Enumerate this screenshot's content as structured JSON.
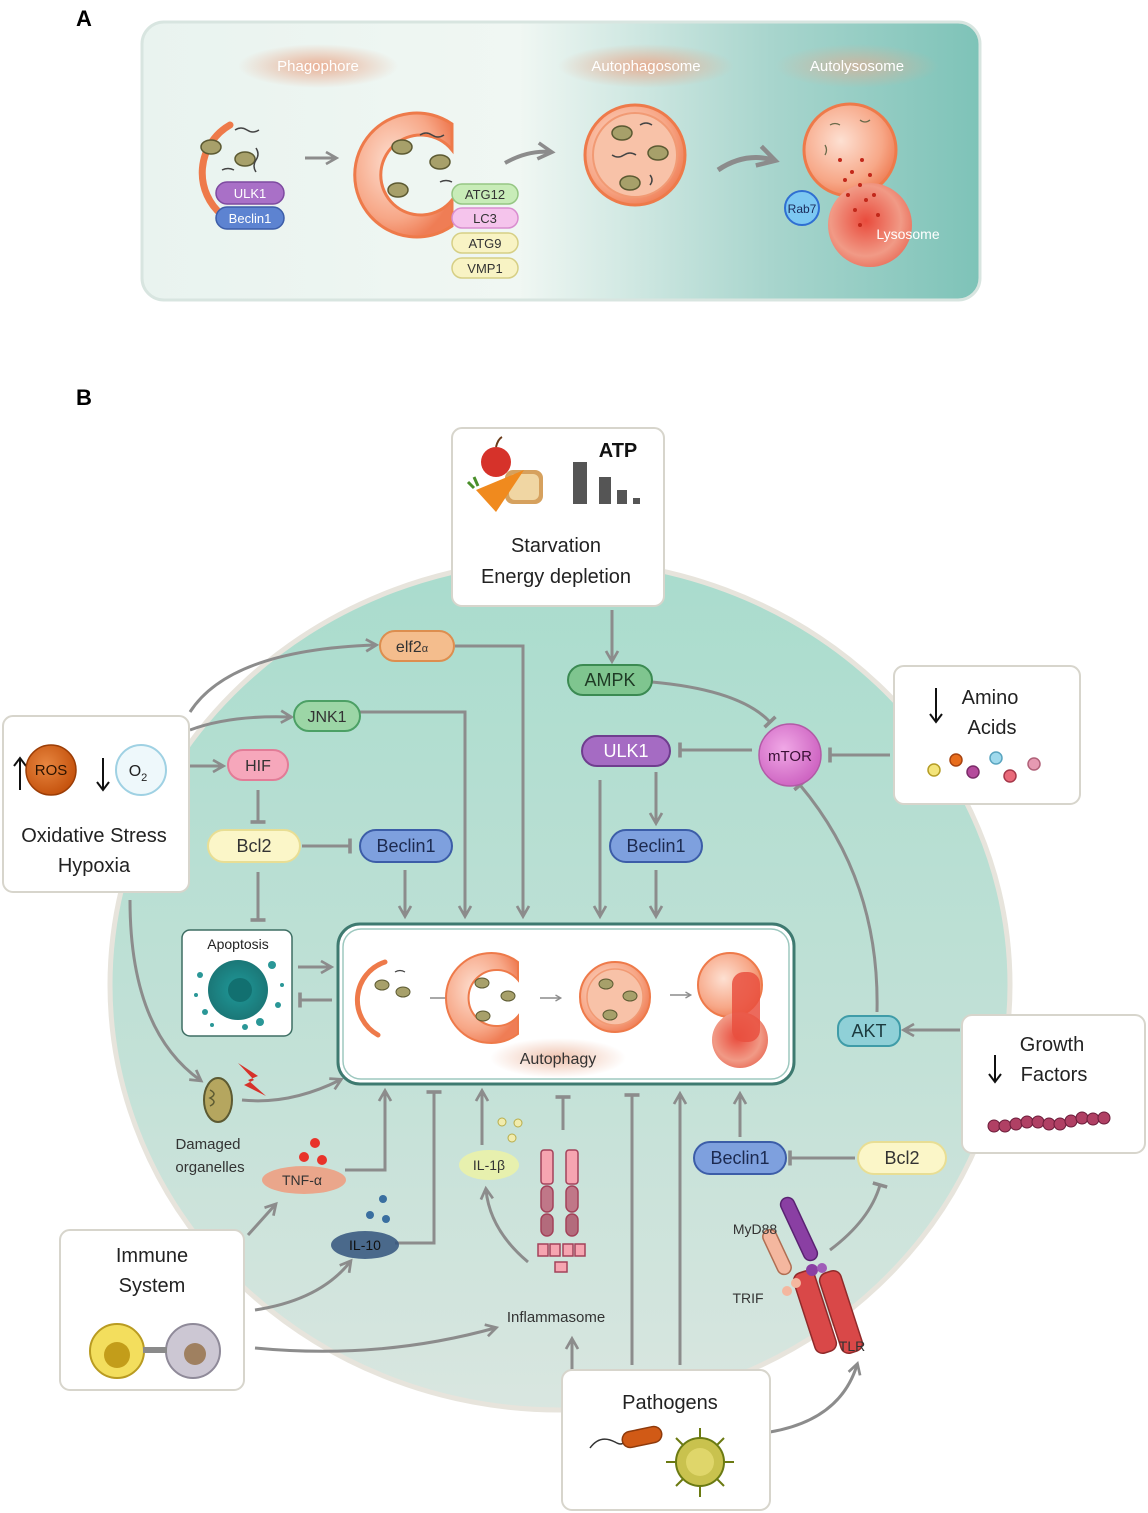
{
  "panel_a": {
    "letter": "A",
    "stages": [
      "Phagophore",
      "Autophagosome",
      "Autolysosome"
    ],
    "proteins_initiation": [
      "ULK1",
      "Beclin1"
    ],
    "proteins_elongation": [
      "ATG12",
      "LC3",
      "ATG9",
      "VMP1"
    ],
    "rab": "Rab7",
    "lysosome": "Lysosome"
  },
  "panel_b": {
    "letter": "B",
    "starvation": {
      "atp": "ATP",
      "line1": "Starvation",
      "line2": "Energy depletion"
    },
    "oxidative": {
      "ros": "ROS",
      "o2_main": "O",
      "o2_sub": "2",
      "line1": "Oxidative Stress",
      "line2": "Hypoxia"
    },
    "amino": {
      "line1": "Amino",
      "line2": "Acids"
    },
    "growth": {
      "line1": "Growth",
      "line2": "Factors"
    },
    "immune": {
      "line1": "Immune",
      "line2": "System"
    },
    "pathogens": "Pathogens",
    "nodes": {
      "eif2a": "elf2",
      "eif2a_suffix": "α",
      "jnk1": "JNK1",
      "hif": "HIF",
      "bcl2_left": "Bcl2",
      "beclin1_left": "Beclin1",
      "ampk": "AMPK",
      "ulk1": "ULK1",
      "mtor": "mTOR",
      "beclin1_right": "Beclin1",
      "akt": "AKT",
      "beclin1_bottom": "Beclin1",
      "bcl2_bottom": "Bcl2",
      "apoptosis": "Apoptosis",
      "autophagy": "Autophagy",
      "damaged_line1": "Damaged",
      "damaged_line2": "organelles",
      "tnfa": "TNF-α",
      "il10": "IL-10",
      "il1b": "IL-1β",
      "inflammasome": "Inflammasome",
      "myd88": "MyD88",
      "trif": "TRIF",
      "tlr": "TLR"
    }
  },
  "colors": {
    "cell": "#b5ddd2",
    "arrow": "#8c8c8c",
    "orange": "#ec7a4b",
    "green_node": "#8fd19e",
    "purple_node": "#a46bc1",
    "blue_node": "#6f8fd6",
    "pink_node": "#f3a3b7",
    "yellow_node": "#f8f2c4"
  }
}
